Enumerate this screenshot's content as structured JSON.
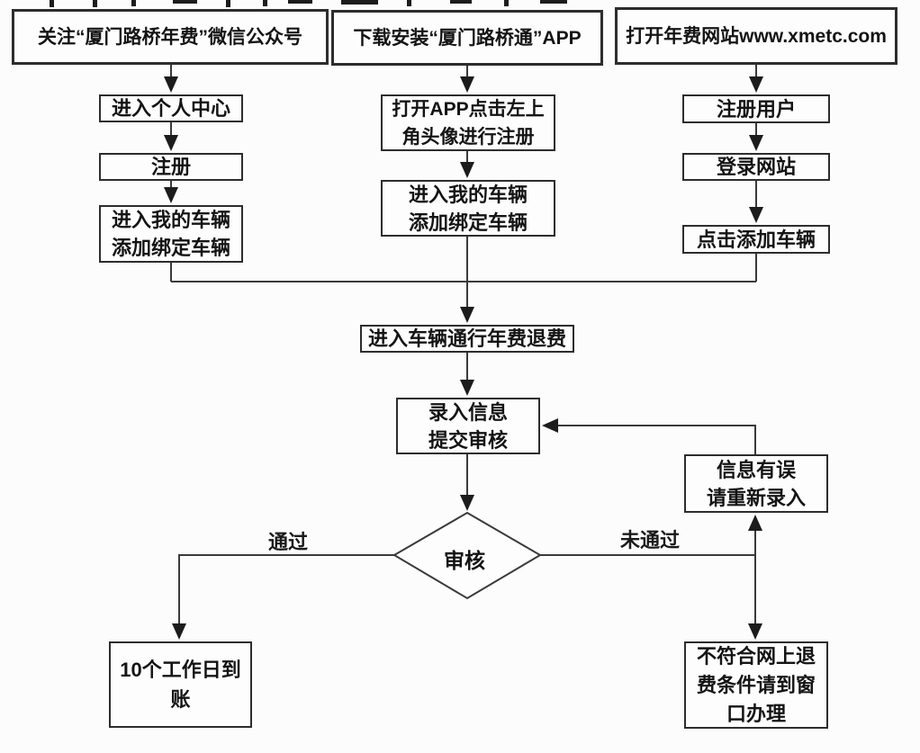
{
  "page": {
    "background": "#fcfcfc",
    "line_color": "#3a3a3a",
    "arrow_color": "#1c1c1c",
    "box_border_color": "#2d2d2d",
    "text_color": "#141414"
  },
  "flowchart": {
    "nodes": {
      "wechat_follow": {
        "text": "关注“厦门路桥年费”微信公众号"
      },
      "app_download": {
        "text": "下载安装“厦门路桥通”APP"
      },
      "website_open": {
        "text": "打开年费网站www.xmetc.com"
      },
      "personal_center": {
        "text": "进入个人中心"
      },
      "register": {
        "text": "注册"
      },
      "my_vehicle_left": {
        "line1": "进入我的车辆",
        "line2": "添加绑定车辆"
      },
      "app_register": {
        "line1": "打开APP点击左上",
        "line2": "角头像进行注册"
      },
      "my_vehicle_mid": {
        "line1": "进入我的车辆",
        "line2": "添加绑定车辆"
      },
      "register_user": {
        "text": "注册用户"
      },
      "login_site": {
        "text": "登录网站"
      },
      "click_add_vehicle": {
        "text": "点击添加车辆"
      },
      "refund_entry": {
        "text": "进入车辆通行年费退费"
      },
      "submit_review": {
        "line1": "录入信息",
        "line2": "提交审核"
      },
      "review_decision": {
        "text": "审核"
      },
      "info_error": {
        "line1": "信息有误",
        "line2": "请重新录入"
      },
      "arrival": {
        "line1": "10个工作日到",
        "line2": "账"
      },
      "window_counter": {
        "line1": "不符合网上退",
        "line2": "费条件请到窗",
        "line3": "口办理"
      }
    },
    "edge_labels": {
      "pass": "通过",
      "fail": "未通过"
    }
  }
}
